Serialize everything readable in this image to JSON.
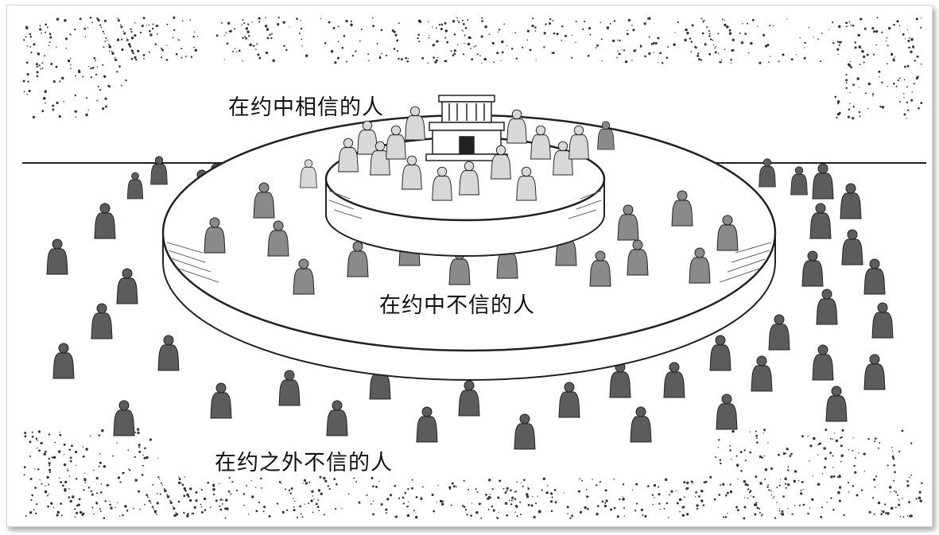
{
  "labels": {
    "inner_ring": "在约中相信的人",
    "middle_ring": "在约中不信的人",
    "outer_ring": "在约之外不信的人"
  },
  "colors": {
    "believers_in_covenant": "#d8d8d8",
    "unbelievers_in_covenant": "#8a8a8a",
    "unbelievers_outside_covenant": "#5c5c5c",
    "line": "#222222"
  },
  "icons": [
    "temple-icon",
    "person-icon"
  ]
}
